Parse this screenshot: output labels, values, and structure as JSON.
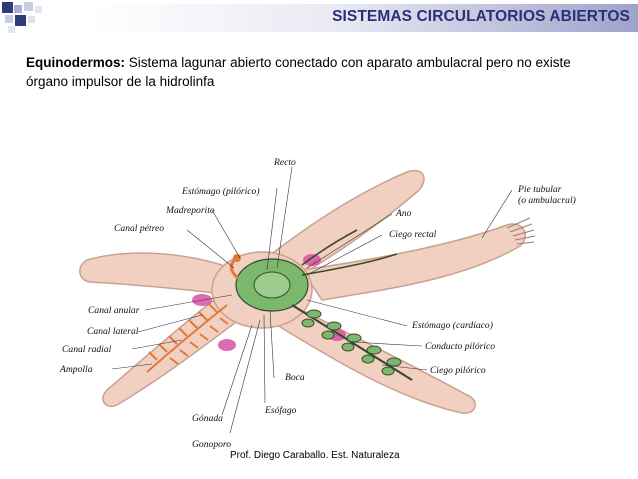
{
  "slide": {
    "title": "SISTEMAS CIRCULATORIOS ABIERTOS",
    "heading": "Equinodermos:",
    "text": "Sistema lagunar abierto conectado con aparato ambulacral pero no existe órgano impulsor de la hidrolinfa",
    "footer": "Prof. Diego Caraballo. Est. Naturaleza"
  },
  "figure": {
    "labels": {
      "recto": "Recto",
      "estomago_pilorico": "Estómago (pilórico)",
      "madreporito": "Madreporito",
      "canal_petreo": "Canal pétreo",
      "canal_anular": "Canal anular",
      "canal_lateral": "Canal lateral",
      "canal_radial": "Canal radial",
      "ampolla": "Ampolla",
      "gonada": "Gónada",
      "gonoporo": "Gonoporo",
      "esofago": "Esófago",
      "boca": "Boca",
      "pie_tubular_1": "Pie tubular",
      "pie_tubular_2": "(o ambulacral)",
      "ano": "Ano",
      "ciego_rectal": "Ciego rectal",
      "estomago_cardiaco": "Estómago (cardíaco)",
      "conducto_pilorico": "Conducto pilórico",
      "ciego_pilorico": "Ciego pilórico"
    },
    "colors": {
      "body": "#f1cfc1",
      "body_edge": "#caa191",
      "stomach": "#7bb86e",
      "canal": "#e07a3b",
      "gonad": "#d94fa6",
      "dark": "#3a4b2b"
    }
  }
}
